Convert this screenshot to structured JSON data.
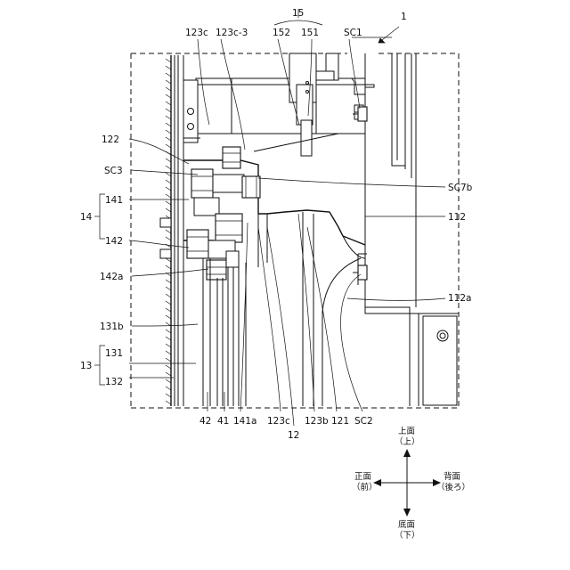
{
  "figure_ref": "1",
  "labels": {
    "l15": "15",
    "l123c_top": "123c",
    "l123c3": "123c-3",
    "l152": "152",
    "l151": "151",
    "lSC1": "SC1",
    "l122": "122",
    "lSC3": "SC3",
    "lSC7b": "SC7b",
    "l141": "141",
    "l14": "14",
    "l142": "142",
    "l112": "112",
    "l142a": "142a",
    "l112a": "112a",
    "l131b": "131b",
    "l131": "131",
    "l13": "13",
    "l132": "132",
    "l42": "42",
    "l41": "41",
    "l141a": "141a",
    "l123c_bot": "123c",
    "l123b": "123b",
    "l121": "121",
    "lSC2": "SC2",
    "l12": "12"
  },
  "compass": {
    "up_1": "上面",
    "up_2": "（上）",
    "front_1": "正面",
    "front_2": "（前）",
    "back_1": "背面",
    "back_2": "（後ろ）",
    "down_1": "底面",
    "down_2": "（下）"
  }
}
